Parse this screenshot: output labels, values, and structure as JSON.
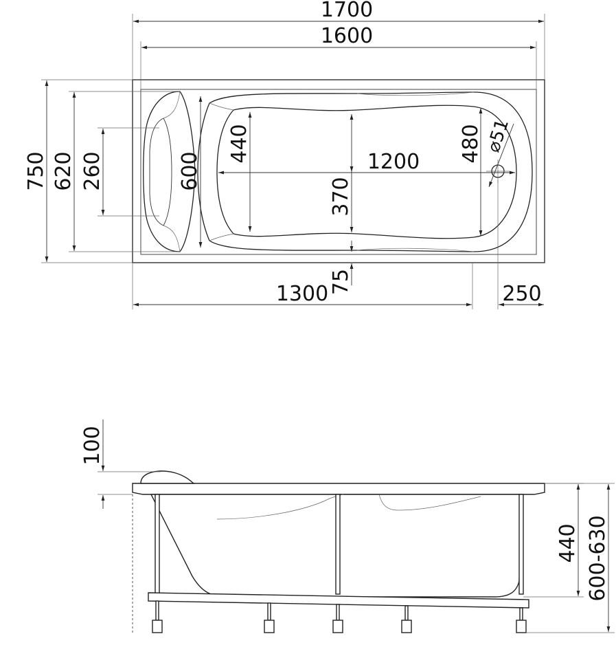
{
  "top_view": {
    "overall_length": "1700",
    "inner_length": "1600",
    "overall_width": "750",
    "width_620": "620",
    "headrest_260": "260",
    "inner_600": "600",
    "bowl_440": "440",
    "bowl_1200": "1200",
    "bowl_480": "480",
    "drain_diameter": "⌀51",
    "center_370": "370",
    "offset_75": "75",
    "length_1300": "1300",
    "end_250": "250"
  },
  "side_view": {
    "headrest_100": "100",
    "depth_440": "440",
    "height_range": "600-630"
  }
}
